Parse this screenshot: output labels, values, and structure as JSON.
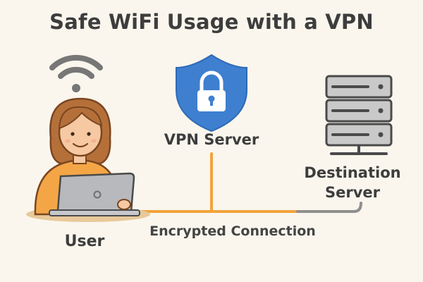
{
  "title": "Safe WiFi Usage with a VPN",
  "nodes": {
    "vpn_server": "VPN Server",
    "destination_line1": "Destination",
    "destination_line2": "Server",
    "user": "User"
  },
  "edge_label": "Encrypted Connection",
  "colors": {
    "encrypted_line": "#f2a33a",
    "plain_line": "#8f8f8f",
    "shield": "#3e7fd0",
    "server_body": "#c9c9c9",
    "shirt": "#f4a646",
    "hair": "#b5703a",
    "laptop": "#b8b9bd"
  }
}
